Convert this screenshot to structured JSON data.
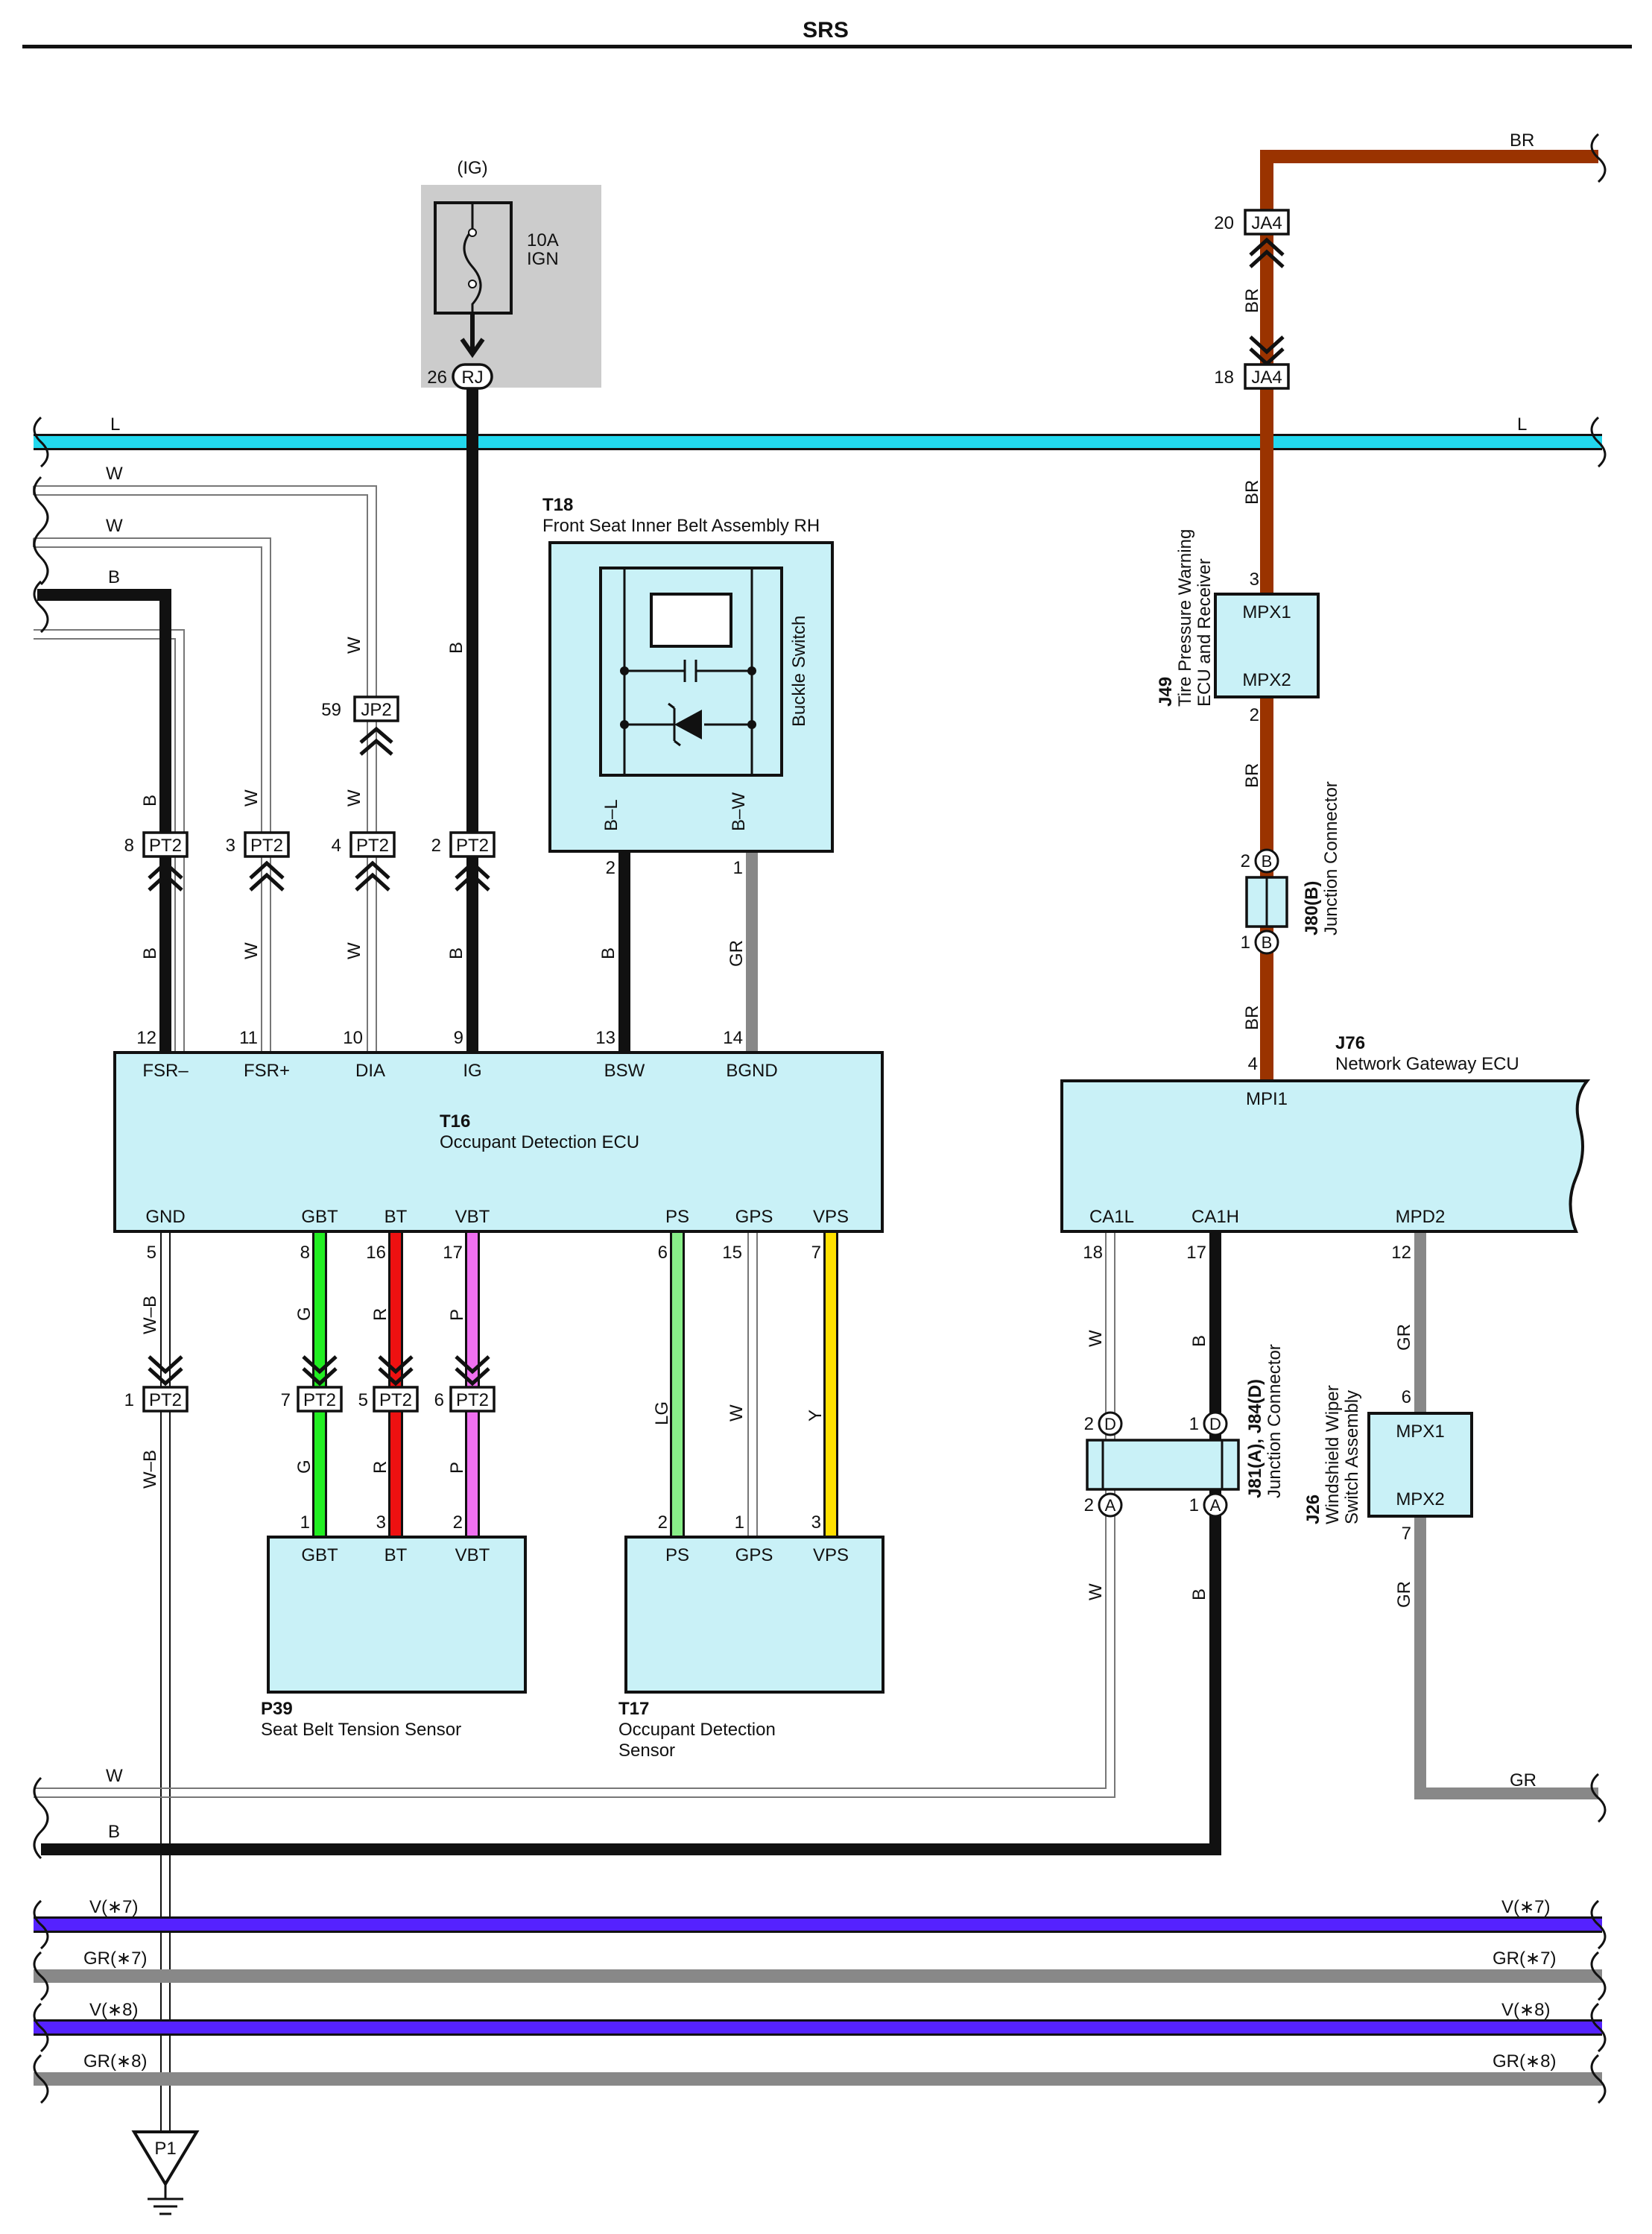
{
  "title": "SRS",
  "colors": {
    "L": "#22d8ee",
    "W": "#ffffff",
    "B": "#111111",
    "BR": "#9a3300",
    "GR": "#888888",
    "G": "#22ee22",
    "R": "#ee1111",
    "P": "#f070f0",
    "LG": "#88ee88",
    "Y": "#ffe000",
    "V": "#5522ff",
    "box": "#c9f1f7",
    "fuse_bg": "#cccccc"
  },
  "fuse": {
    "supply": "(IG)",
    "rating": "10A",
    "name": "IGN",
    "pin": "26",
    "conn": "RJ"
  },
  "t18": {
    "code": "T18",
    "name": "Front Seat Inner Belt Assembly RH",
    "switch": "Buckle Switch",
    "pin_bl": "2",
    "pin_bw": "1",
    "wire_bl": "B–L",
    "wire_bw": "B–W"
  },
  "t16": {
    "code": "T16",
    "name": "Occupant Detection ECU",
    "top_pins": [
      {
        "label": "FSR–",
        "num": "12"
      },
      {
        "label": "FSR+",
        "num": "11"
      },
      {
        "label": "DIA",
        "num": "10"
      },
      {
        "label": "IG",
        "num": "9"
      },
      {
        "label": "BSW",
        "num": "13"
      },
      {
        "label": "BGND",
        "num": "14"
      }
    ],
    "bottom_pins": [
      {
        "label": "GND",
        "num": "5"
      },
      {
        "label": "GBT",
        "num": "8"
      },
      {
        "label": "BT",
        "num": "16"
      },
      {
        "label": "VBT",
        "num": "17"
      },
      {
        "label": "PS",
        "num": "6"
      },
      {
        "label": "GPS",
        "num": "15"
      },
      {
        "label": "VPS",
        "num": "7"
      }
    ]
  },
  "pt2": [
    {
      "pin": "8",
      "name": "PT2"
    },
    {
      "pin": "3",
      "name": "PT2"
    },
    {
      "pin": "4",
      "name": "PT2"
    },
    {
      "pin": "2",
      "name": "PT2"
    },
    {
      "pin": "1",
      "name": "PT2"
    },
    {
      "pin": "7",
      "name": "PT2"
    },
    {
      "pin": "5",
      "name": "PT2"
    },
    {
      "pin": "6",
      "name": "PT2"
    }
  ],
  "jp2": {
    "pin": "59",
    "name": "JP2"
  },
  "p39": {
    "code": "P39",
    "name": "Seat Belt Tension Sensor",
    "pins": [
      {
        "label": "GBT",
        "num": "1"
      },
      {
        "label": "BT",
        "num": "3"
      },
      {
        "label": "VBT",
        "num": "2"
      }
    ]
  },
  "t17": {
    "code": "T17",
    "name_line1": "Occupant Detection",
    "name_line2": "Sensor",
    "pins": [
      {
        "label": "PS",
        "num": "2"
      },
      {
        "label": "GPS",
        "num": "1"
      },
      {
        "label": "VPS",
        "num": "3"
      }
    ]
  },
  "ja4": {
    "name": "JA4",
    "pin_top": "20",
    "pin_bottom": "18"
  },
  "j49": {
    "code": "J49",
    "name_line1": "Tire Pressure Warning",
    "name_line2": "ECU and Receiver",
    "pin1": "MPX1",
    "pin2": "MPX2",
    "num_top": "3",
    "num_bottom": "2"
  },
  "j80": {
    "code": "J80(B)",
    "name": "Junction Connector",
    "letter": "B",
    "pin_top": "2",
    "pin_bottom": "1"
  },
  "j76": {
    "code": "J76",
    "name": "Network Gateway ECU",
    "top_pin": {
      "label": "MPI1",
      "num": "4"
    },
    "bottom_pins": [
      {
        "label": "CA1L",
        "num": "18"
      },
      {
        "label": "CA1H",
        "num": "17"
      },
      {
        "label": "MPD2",
        "num": "12"
      }
    ]
  },
  "j81": {
    "code": "J81(A), J84(D)",
    "name": "Junction Connector",
    "letter_top": "D",
    "letter_bottom": "A",
    "pin_left": "2",
    "pin_right": "1"
  },
  "j26": {
    "code": "J26",
    "name_line1": "Windshield Wiper",
    "name_line2": "Switch Assembly",
    "pin1": "MPX1",
    "pin2": "MPX2",
    "num_top": "6",
    "num_bottom": "7"
  },
  "ground": {
    "name": "P1"
  },
  "wire_labels": {
    "L": "L",
    "W": "W",
    "B": "B",
    "BR": "BR",
    "GR": "GR",
    "G": "G",
    "R": "R",
    "P": "P",
    "LG": "LG",
    "Y": "Y",
    "WB": "W–B",
    "V7": "V(∗7)",
    "GR7": "GR(∗7)",
    "V8": "V(∗8)",
    "GR8": "GR(∗8)"
  }
}
